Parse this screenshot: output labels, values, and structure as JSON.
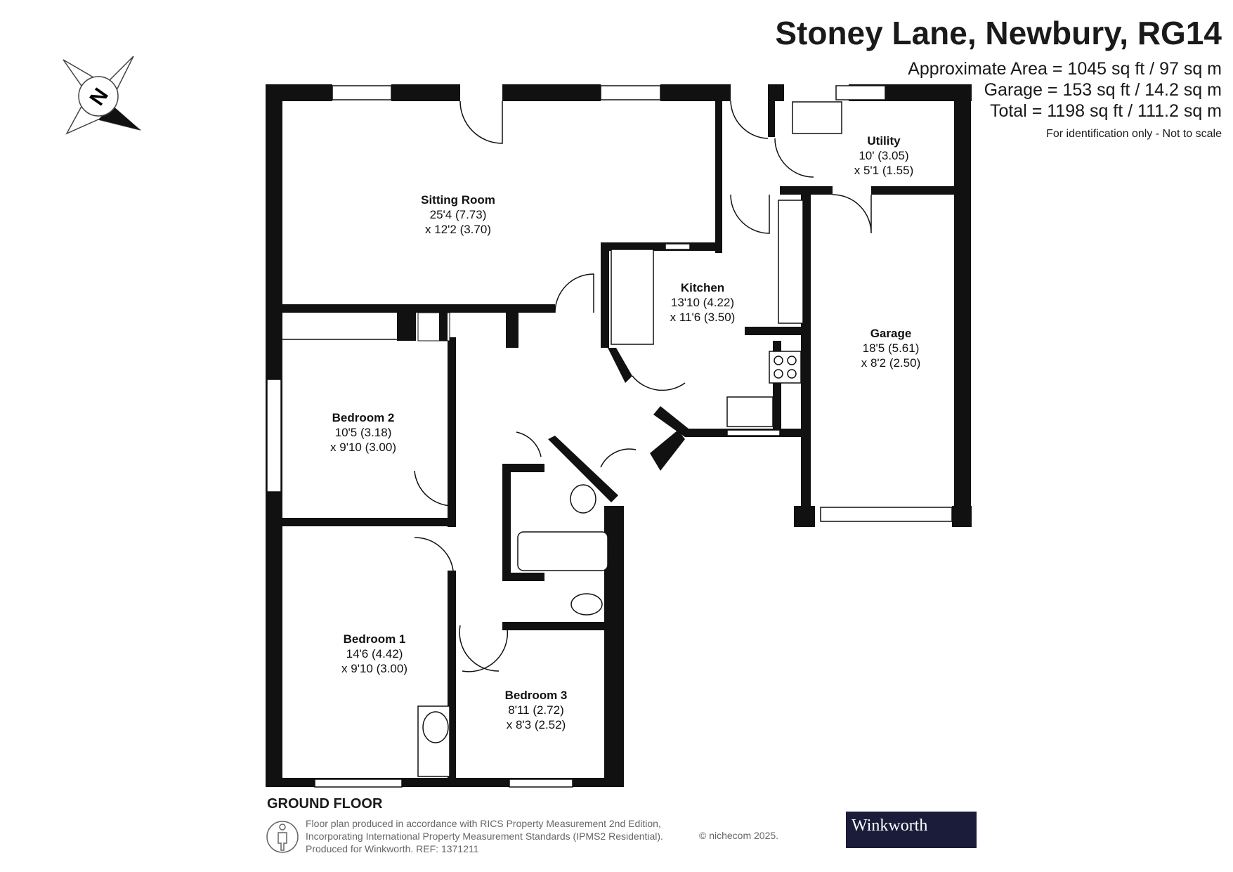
{
  "header": {
    "title": "Stoney Lane, Newbury, RG14",
    "area_lines": [
      "Approximate Area = 1045 sq ft / 97 sq m",
      "Garage = 153 sq ft / 14.2 sq m",
      "Total = 1198 sq ft / 111.2 sq m"
    ],
    "disclaimer": "For identification only - Not to scale"
  },
  "compass": {
    "label": "N"
  },
  "rooms": {
    "sitting_room": {
      "name": "Sitting Room",
      "dim1": "25'4 (7.73)",
      "dim2": "x 12'2 (3.70)"
    },
    "kitchen": {
      "name": "Kitchen",
      "dim1": "13'10 (4.22)",
      "dim2": "x 11'6 (3.50)"
    },
    "utility": {
      "name": "Utility",
      "dim1": "10' (3.05)",
      "dim2": "x 5'1 (1.55)"
    },
    "garage": {
      "name": "Garage",
      "dim1": "18'5 (5.61)",
      "dim2": "x 8'2 (2.50)"
    },
    "bedroom2": {
      "name": "Bedroom 2",
      "dim1": "10'5 (3.18)",
      "dim2": "x 9'10 (3.00)"
    },
    "bedroom1": {
      "name": "Bedroom 1",
      "dim1": "14'6 (4.42)",
      "dim2": "x 9'10 (3.00)"
    },
    "bedroom3": {
      "name": "Bedroom 3",
      "dim1": "8'11 (2.72)",
      "dim2": "x 8'3 (2.52)"
    }
  },
  "floor_label": "GROUND FLOOR",
  "footer": {
    "lines": [
      "Floor plan produced in accordance with RICS Property Measurement 2nd Edition,",
      "Incorporating International Property Measurement Standards (IPMS2 Residential).",
      "Produced for Winkworth.   REF: 1371211"
    ],
    "copyright": "© nichecom 2025."
  },
  "brand": {
    "name": "Winkworth",
    "color": "#1a1c3a"
  },
  "icons": [
    "compass-icon",
    "person-icon"
  ]
}
